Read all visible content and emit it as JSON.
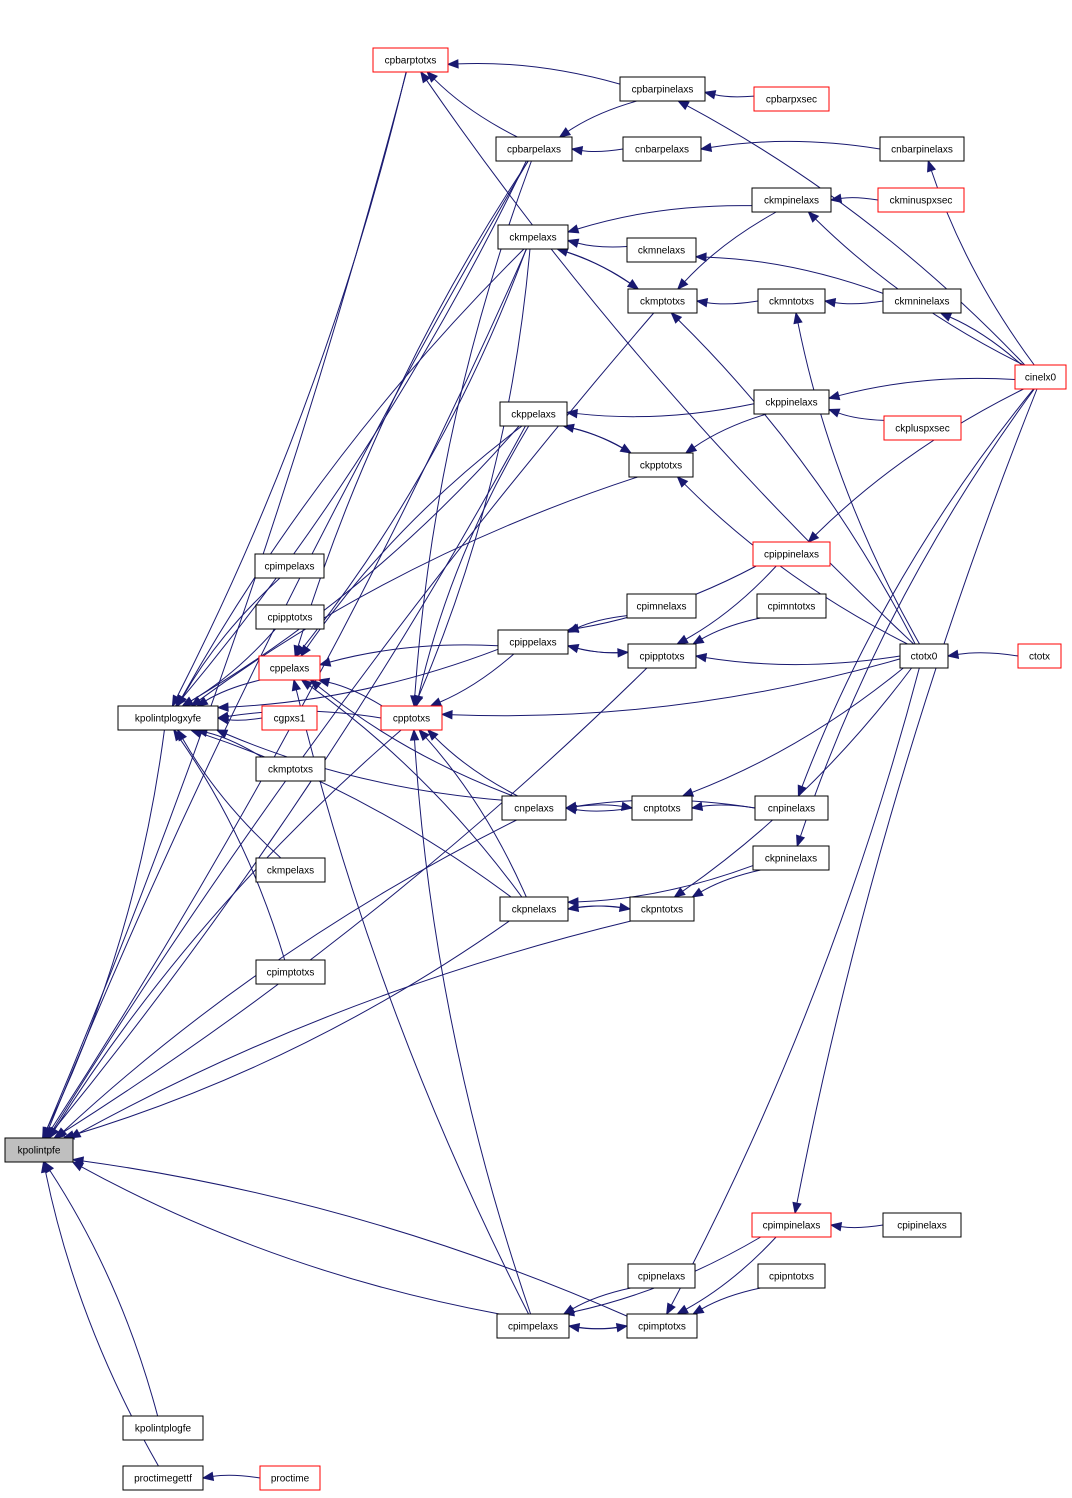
{
  "graph": {
    "focus": "kpolintpfe",
    "colors": {
      "edge": "#191970",
      "focus_fill": "#bfbfbf",
      "external_border": "#ff0000",
      "node_border": "#000000"
    },
    "nodes": [
      {
        "id": "kpolintpfe",
        "label": "kpolintpfe",
        "style": "focus"
      },
      {
        "id": "kpolintplogxyfe",
        "label": "kpolintplogxyfe",
        "style": "normal"
      },
      {
        "id": "kpolintplogfe",
        "label": "kpolintplogfe",
        "style": "normal"
      },
      {
        "id": "proctimegettf",
        "label": "proctimegettf",
        "style": "normal"
      },
      {
        "id": "proctime",
        "label": "proctime",
        "style": "external"
      },
      {
        "id": "cpbarptotxs",
        "label": "cpbarptotxs",
        "style": "external"
      },
      {
        "id": "cpbarpelaxs",
        "label": "cpbarpelaxs",
        "style": "normal"
      },
      {
        "id": "cpbarpinelaxs",
        "label": "cpbarpinelaxs",
        "style": "normal"
      },
      {
        "id": "cpbarpxsec",
        "label": "cpbarpxsec",
        "style": "external"
      },
      {
        "id": "cnbarpelaxs",
        "label": "cnbarpelaxs",
        "style": "normal"
      },
      {
        "id": "cnbarpinelaxs",
        "label": "cnbarpinelaxs",
        "style": "normal"
      },
      {
        "id": "ckmpinelaxs",
        "label": "ckmpinelaxs",
        "style": "normal"
      },
      {
        "id": "ckminuspxsec",
        "label": "ckminuspxsec",
        "style": "external"
      },
      {
        "id": "ckmpelaxs_mid",
        "label": "ckmpelaxs",
        "style": "normal"
      },
      {
        "id": "ckmnelaxs",
        "label": "ckmnelaxs",
        "style": "normal"
      },
      {
        "id": "ckmptotxs_mid",
        "label": "ckmptotxs",
        "style": "normal"
      },
      {
        "id": "ckmntotxs",
        "label": "ckmntotxs",
        "style": "normal"
      },
      {
        "id": "ckmninelaxs",
        "label": "ckmninelaxs",
        "style": "normal"
      },
      {
        "id": "cinelx0",
        "label": "cinelx0",
        "style": "external"
      },
      {
        "id": "ckppinelaxs",
        "label": "ckppinelaxs",
        "style": "normal"
      },
      {
        "id": "ckppelaxs",
        "label": "ckppelaxs",
        "style": "normal"
      },
      {
        "id": "ckpluspxsec",
        "label": "ckpluspxsec",
        "style": "external"
      },
      {
        "id": "ckpptotxs",
        "label": "ckpptotxs",
        "style": "normal"
      },
      {
        "id": "cpippinelaxs",
        "label": "cpippinelaxs",
        "style": "external"
      },
      {
        "id": "cpimpelaxs_left",
        "label": "cpimpelaxs",
        "style": "normal"
      },
      {
        "id": "cpipptotxs_left",
        "label": "cpipptotxs",
        "style": "normal"
      },
      {
        "id": "cppelaxs",
        "label": "cppelaxs",
        "style": "external"
      },
      {
        "id": "cpimnelaxs",
        "label": "cpimnelaxs",
        "style": "normal"
      },
      {
        "id": "cpimntotxs",
        "label": "cpimntotxs",
        "style": "normal"
      },
      {
        "id": "cpippelaxs",
        "label": "cpippelaxs",
        "style": "normal"
      },
      {
        "id": "cpipptotxs_mid",
        "label": "cpipptotxs",
        "style": "normal"
      },
      {
        "id": "ctotx0",
        "label": "ctotx0",
        "style": "normal"
      },
      {
        "id": "ctotx",
        "label": "ctotx",
        "style": "external"
      },
      {
        "id": "cgpxs1",
        "label": "cgpxs1",
        "style": "external"
      },
      {
        "id": "cpptotxs",
        "label": "cpptotxs",
        "style": "external"
      },
      {
        "id": "ckmptotxs_left",
        "label": "ckmptotxs",
        "style": "normal"
      },
      {
        "id": "cnpelaxs",
        "label": "cnpelaxs",
        "style": "normal"
      },
      {
        "id": "cnptotxs",
        "label": "cnptotxs",
        "style": "normal"
      },
      {
        "id": "cnpinelaxs",
        "label": "cnpinelaxs",
        "style": "normal"
      },
      {
        "id": "ckmpelaxs_left",
        "label": "ckmpelaxs",
        "style": "normal"
      },
      {
        "id": "ckpninelaxs",
        "label": "ckpninelaxs",
        "style": "normal"
      },
      {
        "id": "ckpnelaxs",
        "label": "ckpnelaxs",
        "style": "normal"
      },
      {
        "id": "ckpntotxs",
        "label": "ckpntotxs",
        "style": "normal"
      },
      {
        "id": "cpimptotxs_left",
        "label": "cpimptotxs",
        "style": "normal"
      },
      {
        "id": "cpimpinelaxs",
        "label": "cpimpinelaxs",
        "style": "external"
      },
      {
        "id": "cpipinelaxs",
        "label": "cpipinelaxs",
        "style": "normal"
      },
      {
        "id": "cpipnelaxs",
        "label": "cpipnelaxs",
        "style": "normal"
      },
      {
        "id": "cpipntotxs",
        "label": "cpipntotxs",
        "style": "normal"
      },
      {
        "id": "cpimpelaxs_bot",
        "label": "cpimpelaxs",
        "style": "normal"
      },
      {
        "id": "cpimptotxs_bot",
        "label": "cpimptotxs",
        "style": "normal"
      }
    ],
    "edges": [
      [
        "kpolintplogxyfe",
        "kpolintpfe"
      ],
      [
        "kpolintplogfe",
        "kpolintpfe"
      ],
      [
        "proctimegettf",
        "kpolintpfe"
      ],
      [
        "proctime",
        "proctimegettf"
      ],
      [
        "cpbarptotxs",
        "kpolintpfe"
      ],
      [
        "cpbarpelaxs",
        "kpolintpfe"
      ],
      [
        "ckmpelaxs_mid",
        "kpolintpfe"
      ],
      [
        "ckmptotxs_mid",
        "kpolintpfe"
      ],
      [
        "ckppelaxs",
        "kpolintpfe"
      ],
      [
        "cnpelaxs",
        "kpolintpfe"
      ],
      [
        "ckpnelaxs",
        "kpolintpfe"
      ],
      [
        "cpimptotxs_bot",
        "kpolintpfe"
      ],
      [
        "cpimpelaxs_bot",
        "kpolintpfe"
      ],
      [
        "ckpntotxs",
        "kpolintpfe"
      ],
      [
        "cpipptotxs_mid",
        "kpolintpfe"
      ],
      [
        "cpptotxs",
        "kpolintpfe"
      ],
      [
        "cpbarpelaxs",
        "cpbarptotxs"
      ],
      [
        "cpbarpinelaxs",
        "cpbarptotxs"
      ],
      [
        "ctotx0",
        "cpbarptotxs"
      ],
      [
        "cpbarpinelaxs",
        "cpbarpelaxs"
      ],
      [
        "cnbarpelaxs",
        "cpbarpelaxs"
      ],
      [
        "cnbarpinelaxs",
        "cnbarpelaxs"
      ],
      [
        "cpbarpxsec",
        "cpbarpinelaxs"
      ],
      [
        "cinelx0",
        "cpbarpinelaxs"
      ],
      [
        "cinelx0",
        "cnbarpinelaxs"
      ],
      [
        "ckmpinelaxs",
        "ckmpelaxs_mid"
      ],
      [
        "ckmnelaxs",
        "ckmpelaxs_mid"
      ],
      [
        "ckmptotxs_mid",
        "ckmpelaxs_mid"
      ],
      [
        "ckmpelaxs_mid",
        "ckmptotxs_mid"
      ],
      [
        "ckmpinelaxs",
        "ckmptotxs_mid"
      ],
      [
        "ckmntotxs",
        "ckmptotxs_mid"
      ],
      [
        "ckmninelaxs",
        "ckmnelaxs"
      ],
      [
        "ckmninelaxs",
        "ckmntotxs"
      ],
      [
        "ckminuspxsec",
        "ckmpinelaxs"
      ],
      [
        "cinelx0",
        "ckmpinelaxs"
      ],
      [
        "cinelx0",
        "ckmninelaxs"
      ],
      [
        "ctotx0",
        "ckmntotxs"
      ],
      [
        "ctotx0",
        "ckmptotxs_mid"
      ],
      [
        "ckppinelaxs",
        "ckppelaxs"
      ],
      [
        "ckpptotxs",
        "ckppelaxs"
      ],
      [
        "ckppelaxs",
        "ckpptotxs"
      ],
      [
        "ckppinelaxs",
        "ckpptotxs"
      ],
      [
        "ckpluspxsec",
        "ckppinelaxs"
      ],
      [
        "cinelx0",
        "ckppinelaxs"
      ],
      [
        "ctotx0",
        "ckpptotxs"
      ],
      [
        "cinelx0",
        "cpippinelaxs"
      ],
      [
        "cpippinelaxs",
        "cpippelaxs"
      ],
      [
        "cpimnelaxs",
        "cpippelaxs"
      ],
      [
        "cpipptotxs_mid",
        "cpippelaxs"
      ],
      [
        "cpippelaxs",
        "cpipptotxs_mid"
      ],
      [
        "cpippinelaxs",
        "cpipptotxs_mid"
      ],
      [
        "cpimntotxs",
        "cpipptotxs_mid"
      ],
      [
        "ctotx0",
        "cpipptotxs_mid"
      ],
      [
        "ctotx",
        "ctotx0"
      ],
      [
        "ctotx0",
        "cpptotxs"
      ],
      [
        "cpippelaxs",
        "cppelaxs"
      ],
      [
        "cpippelaxs",
        "cpptotxs"
      ],
      [
        "cppelaxs",
        "kpolintplogxyfe"
      ],
      [
        "cgpxs1",
        "kpolintplogxyfe"
      ],
      [
        "cpimpelaxs_left",
        "kpolintplogxyfe"
      ],
      [
        "cpipptotxs_left",
        "kpolintplogxyfe"
      ],
      [
        "ckmptotxs_left",
        "kpolintplogxyfe"
      ],
      [
        "ckmpelaxs_left",
        "kpolintplogxyfe"
      ],
      [
        "cpimptotxs_left",
        "kpolintplogxyfe"
      ],
      [
        "cpbarpelaxs",
        "kpolintplogxyfe"
      ],
      [
        "ckmpelaxs_mid",
        "kpolintplogxyfe"
      ],
      [
        "ckppelaxs",
        "kpolintplogxyfe"
      ],
      [
        "ckpptotxs",
        "kpolintplogxyfe"
      ],
      [
        "cpippelaxs",
        "kpolintplogxyfe"
      ],
      [
        "cpptotxs",
        "kpolintplogxyfe"
      ],
      [
        "cnpelaxs",
        "kpolintplogxyfe"
      ],
      [
        "ckpnelaxs",
        "kpolintplogxyfe"
      ],
      [
        "cpbarptotxs",
        "kpolintplogxyfe"
      ],
      [
        "cpptotxs",
        "cppelaxs"
      ],
      [
        "cnpelaxs",
        "cppelaxs"
      ],
      [
        "ckpnelaxs",
        "cppelaxs"
      ],
      [
        "cpimpelaxs_bot",
        "cppelaxs"
      ],
      [
        "cpbarpelaxs",
        "cppelaxs"
      ],
      [
        "ckmpelaxs_mid",
        "cppelaxs"
      ],
      [
        "ckppelaxs",
        "cppelaxs"
      ],
      [
        "cnpelaxs",
        "cpptotxs"
      ],
      [
        "ckpnelaxs",
        "cpptotxs"
      ],
      [
        "cpimpelaxs_bot",
        "cpptotxs"
      ],
      [
        "cpbarpelaxs",
        "cpptotxs"
      ],
      [
        "ckmpelaxs_mid",
        "cpptotxs"
      ],
      [
        "ckppelaxs",
        "cpptotxs"
      ],
      [
        "cnptotxs",
        "cnpelaxs"
      ],
      [
        "cnpinelaxs",
        "cnpelaxs"
      ],
      [
        "cnpelaxs",
        "cnptotxs"
      ],
      [
        "cnpinelaxs",
        "cnptotxs"
      ],
      [
        "ctotx0",
        "cnptotxs"
      ],
      [
        "cinelx0",
        "cnpinelaxs"
      ],
      [
        "ckpninelaxs",
        "ckpnelaxs"
      ],
      [
        "ckpntotxs",
        "ckpnelaxs"
      ],
      [
        "ckpnelaxs",
        "ckpntotxs"
      ],
      [
        "ckpninelaxs",
        "ckpntotxs"
      ],
      [
        "ctotx0",
        "ckpntotxs"
      ],
      [
        "cinelx0",
        "ckpninelaxs"
      ],
      [
        "cpipinelaxs",
        "cpimpinelaxs"
      ],
      [
        "cinelx0",
        "cpimpinelaxs"
      ],
      [
        "cpimpinelaxs",
        "cpimpelaxs_bot"
      ],
      [
        "cpipnelaxs",
        "cpimpelaxs_bot"
      ],
      [
        "cpimptotxs_bot",
        "cpimpelaxs_bot"
      ],
      [
        "cpimpelaxs_bot",
        "cpimptotxs_bot"
      ],
      [
        "cpimpinelaxs",
        "cpimptotxs_bot"
      ],
      [
        "cpipntotxs",
        "cpimptotxs_bot"
      ],
      [
        "ctotx0",
        "cpimptotxs_bot"
      ]
    ]
  }
}
